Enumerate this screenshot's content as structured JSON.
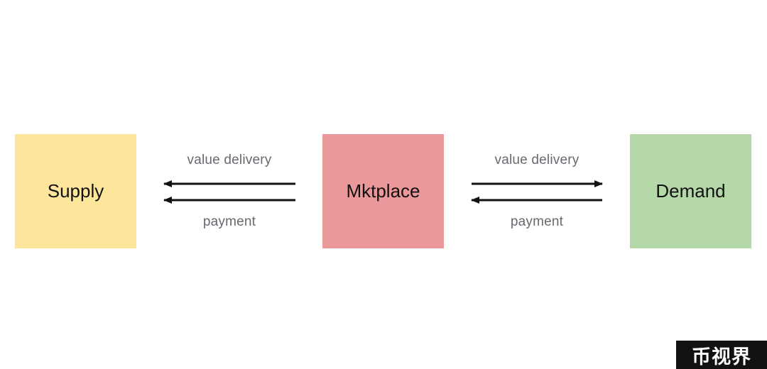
{
  "nodes": {
    "supply": {
      "label": "Supply",
      "color": "#fde59c"
    },
    "mktplace": {
      "label": "Mktplace",
      "color": "#ea9899"
    },
    "demand": {
      "label": "Demand",
      "color": "#b5d8a9"
    }
  },
  "edges": {
    "left": {
      "top_label": "value delivery",
      "bottom_label": "payment"
    },
    "right": {
      "top_label": "value delivery",
      "bottom_label": "payment"
    }
  },
  "watermark": {
    "text": "币视界"
  },
  "colors": {
    "arrow": "#111111",
    "edge_label": "#666a70"
  }
}
